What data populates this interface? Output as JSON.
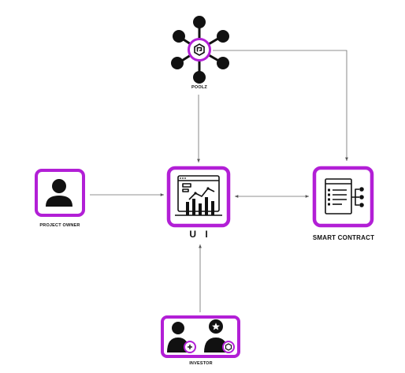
{
  "nodes": {
    "poolz": {
      "label": "POOLZ"
    },
    "project_owner": {
      "label": "PROJECT OWNER"
    },
    "ui": {
      "label": "U I"
    },
    "smart_contract": {
      "label": "SMART CONTRACT"
    },
    "investor": {
      "label": "INVESTOR"
    }
  },
  "colors": {
    "accent": "#b21fd6",
    "ink": "#111111",
    "line": "#6b6b6b",
    "background": "#ffffff"
  }
}
